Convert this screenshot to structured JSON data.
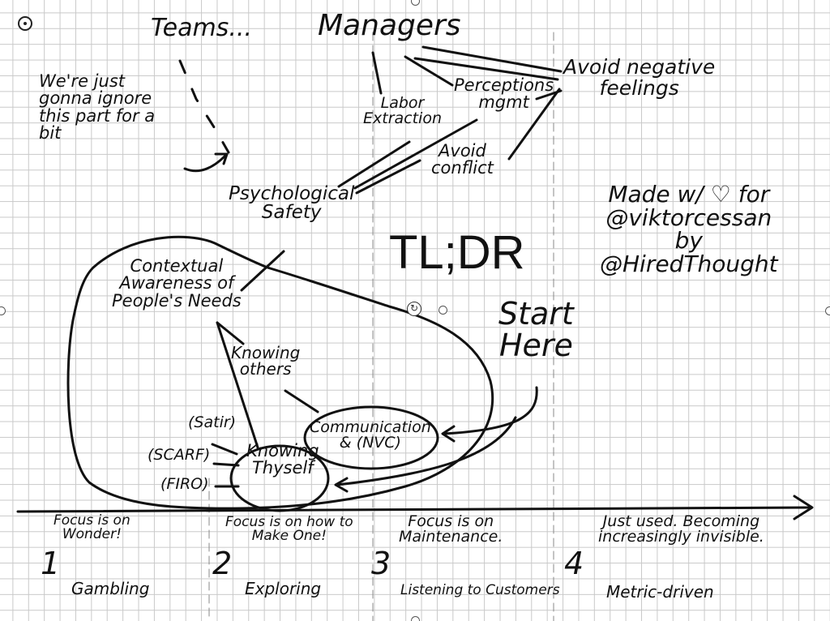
{
  "colors": {
    "ink": "#111111",
    "grid": "#c9c9c9",
    "paper": "#ffffff"
  },
  "icons": [
    "target-icon",
    "rotate-handle-icon",
    "selection-handle-icon"
  ],
  "top": {
    "teams": "Teams...",
    "managers": "Managers",
    "ignore_note": "We're just\ngonna ignore\nthis part for a\nbit",
    "labor_extraction": "Labor\nExtraction",
    "perceptions_mgmt": "Perceptions\nmgmt",
    "avoid_negative_feelings": "Avoid negative\nfeelings",
    "avoid_conflict": "Avoid\nconflict"
  },
  "middle": {
    "psychological_safety": "Psychological\nSafety",
    "tldr": "TL;DR",
    "credit": "Made w/ ♡ for\n@viktorcessan\nby\n@HiredThought",
    "start_here": "Start\nHere"
  },
  "blob": {
    "contextual_awareness": "Contextual\nAwareness of\nPeople's Needs",
    "knowing_others": "Knowing\nothers",
    "communication": "Communication\n& (NVC)",
    "knowing_thyself": "Knowing\nThyself",
    "satir": "(Satir)",
    "scarf": "(SCARF)",
    "firo": "(FIRO)"
  },
  "stages": [
    {
      "number": "1",
      "focus": "Focus is on\nWonder!",
      "name": "Gambling"
    },
    {
      "number": "2",
      "focus": "Focus is on how to\nMake One!",
      "name": "Exploring"
    },
    {
      "number": "3",
      "focus": "Focus is on\nMaintenance.",
      "name": "Listening to Customers"
    },
    {
      "number": "4",
      "focus": "Just used. Becoming\nincreasingly invisible.",
      "name": "Metric-driven"
    }
  ]
}
